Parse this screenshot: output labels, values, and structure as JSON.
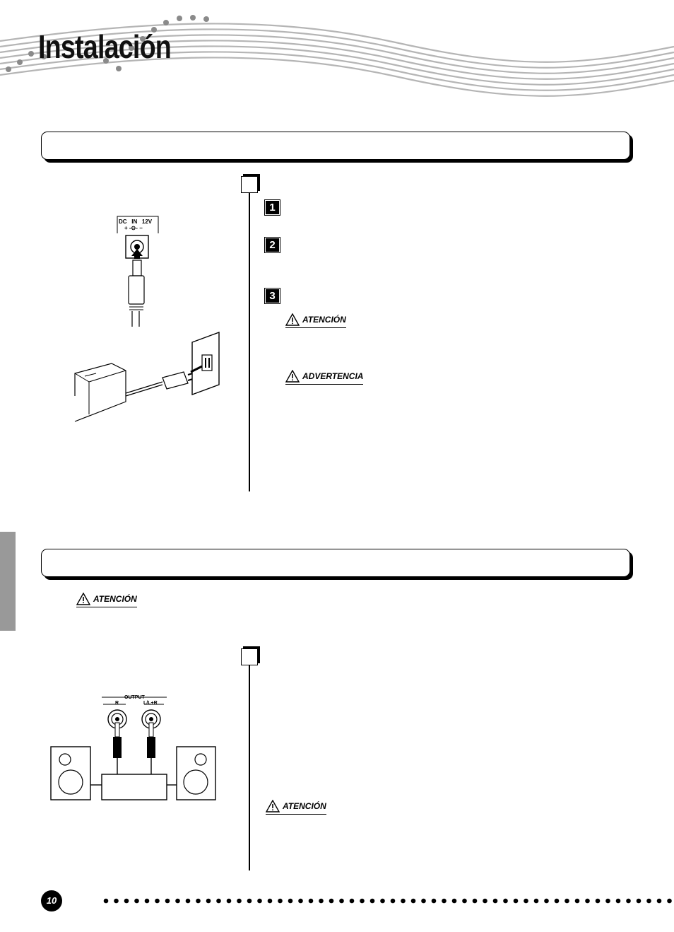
{
  "header": {
    "title": "Instalación"
  },
  "section1": {
    "steps": [
      "1",
      "2",
      "3"
    ],
    "warnings": [
      "ATENCIÓN",
      "ADVERTENCIA"
    ],
    "jack_label": {
      "line1": "DC   IN   12V",
      "line2": "+ -⊖- −"
    }
  },
  "section2": {
    "warning_top": "ATENCIÓN",
    "warning_bottom": "ATENCIÓN",
    "output_label": "OUTPUT",
    "jack_r": "R",
    "jack_l": "L/L+R"
  },
  "footer": {
    "page_number": "10"
  }
}
